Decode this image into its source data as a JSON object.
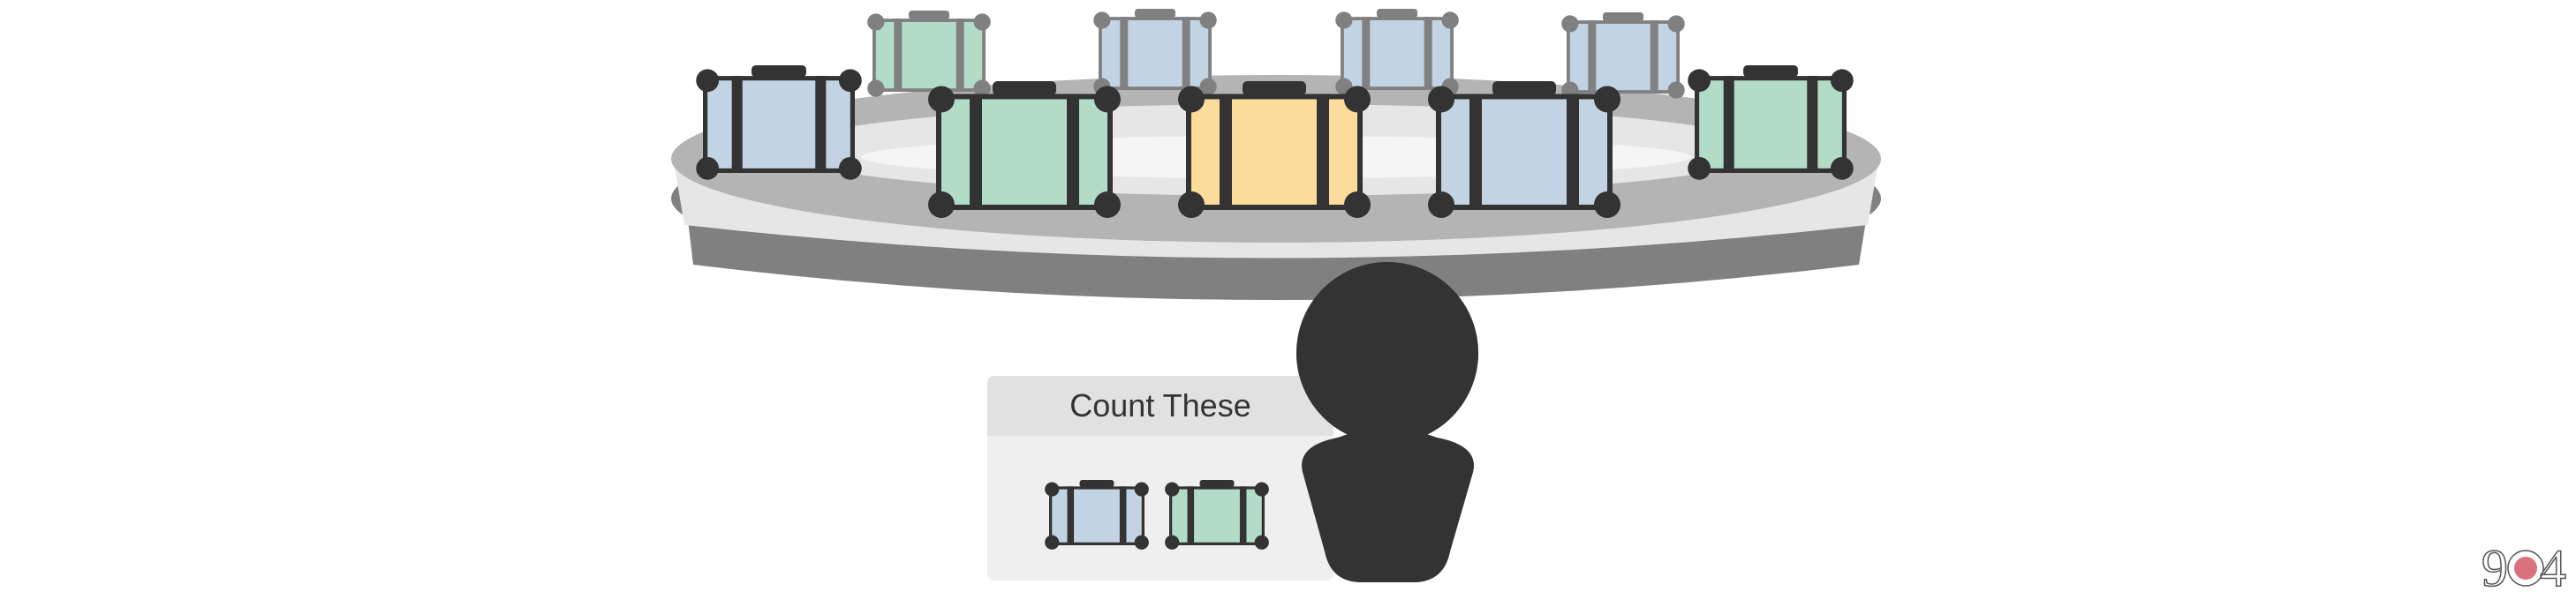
{
  "colors": {
    "blue": "#c2d3e3",
    "green": "#b3dcc8",
    "yellow": "#fbdc9b",
    "dark": "#333333",
    "carousel_top": "#b4b4b4",
    "carousel_inner": "#e6e6e6",
    "carousel_side": "#808080",
    "player": "#333333",
    "logo_dot": "#d9717f"
  },
  "carousel": {
    "back_row": [
      {
        "name": "suitcase-back-green",
        "color": "green"
      },
      {
        "name": "suitcase-back-blue-1",
        "color": "blue"
      },
      {
        "name": "suitcase-back-blue-2",
        "color": "blue"
      },
      {
        "name": "suitcase-back-blue-3",
        "color": "blue"
      }
    ],
    "front_row": [
      {
        "name": "suitcase-front-blue-left",
        "color": "blue"
      },
      {
        "name": "suitcase-front-green-1",
        "color": "green"
      },
      {
        "name": "suitcase-front-yellow",
        "color": "yellow"
      },
      {
        "name": "suitcase-front-blue-center",
        "color": "blue"
      },
      {
        "name": "suitcase-front-green-right",
        "color": "green"
      }
    ]
  },
  "count_panel": {
    "title": "Count These",
    "targets": [
      {
        "name": "target-suitcase-blue",
        "color": "blue"
      },
      {
        "name": "target-suitcase-green",
        "color": "green"
      }
    ]
  },
  "logo": {
    "text_left": "9",
    "text_right": "4"
  }
}
